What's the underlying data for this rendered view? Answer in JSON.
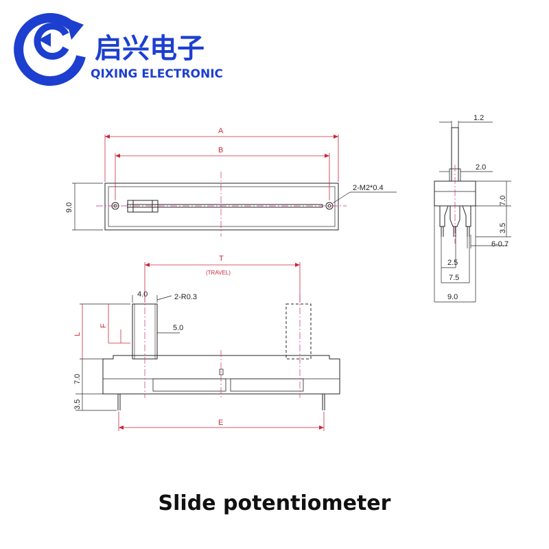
{
  "brand": {
    "name_cn": "启兴电子",
    "name_en": "QIXING ELECTRONIC",
    "color": "#1d3fcf"
  },
  "caption": "Slide potentiometer",
  "colors": {
    "line": "#222222",
    "dimension": "#c8283a",
    "centerline": "#c8287a"
  },
  "top_view": {
    "dim_a": "A",
    "dim_b": "B",
    "height": "9.0",
    "holes": "2-M2*0.4"
  },
  "front_view": {
    "travel": "T",
    "travel_note": "(TRAVEL)",
    "lever_width": "4.0",
    "lever_radius": "2-R0.3",
    "lever_length": "L",
    "lever_f": "F",
    "lever_5": "5.0",
    "body_height": "7.0",
    "pin_height": "3.5",
    "dim_e": "E"
  },
  "side_view": {
    "lever_thk": "1.2",
    "lever_2": "2.0",
    "body_h": "7.0",
    "pin_h": "3.5",
    "pin_w": "6-0.7",
    "pitch_1": "2.5",
    "pitch_2": "7.5",
    "width": "9.0"
  }
}
